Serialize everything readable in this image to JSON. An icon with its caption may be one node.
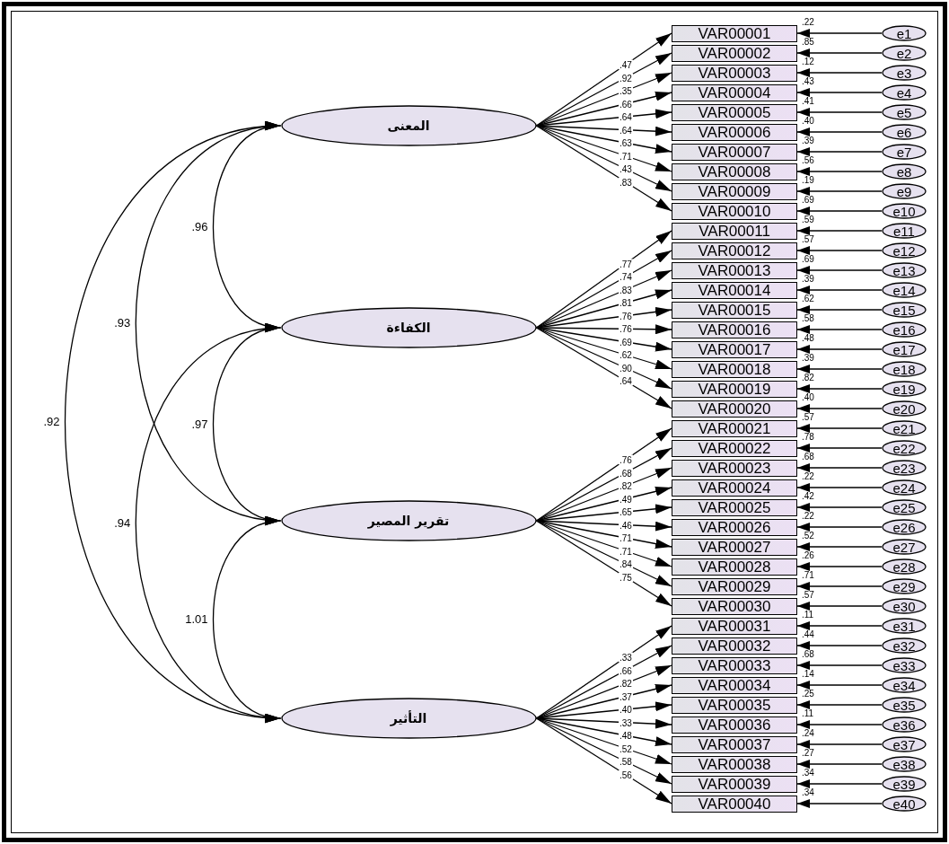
{
  "diagram": {
    "nodes": [
      {
        "text": [
          "المعنى"
        ]
      },
      {
        "text": [
          "الكفاءة"
        ]
      },
      {
        "text": [
          "تقرير المصير"
        ]
      },
      {
        "text": [
          "التأثير"
        ]
      },
      {
        "text": [
          "VAR00001"
        ],
        "beside": [
          ".22"
        ]
      },
      {
        "text": [
          "VAR00002"
        ],
        "beside": [
          ".85"
        ]
      },
      {
        "text": [
          "VAR00003"
        ],
        "beside": [
          ".12"
        ]
      },
      {
        "text": [
          "VAR00004"
        ],
        "beside": [
          ".43"
        ]
      },
      {
        "text": [
          "VAR00005"
        ],
        "beside": [
          ".41"
        ]
      },
      {
        "text": [
          "VAR00006"
        ],
        "beside": [
          ".40"
        ]
      },
      {
        "text": [
          "VAR00007"
        ],
        "beside": [
          ".39"
        ]
      },
      {
        "text": [
          "VAR00008"
        ],
        "beside": [
          ".56"
        ]
      },
      {
        "text": [
          "VAR00009"
        ],
        "beside": [
          ".19"
        ]
      },
      {
        "text": [
          "VAR00010"
        ],
        "beside": [
          ".69"
        ]
      },
      {
        "text": [
          "VAR00011"
        ],
        "beside": [
          ".59"
        ]
      },
      {
        "text": [
          "VAR00012"
        ],
        "beside": [
          ".57"
        ]
      },
      {
        "text": [
          "VAR00013"
        ],
        "beside": [
          ".69"
        ]
      },
      {
        "text": [
          "VAR00014"
        ],
        "beside": [
          ".39"
        ]
      },
      {
        "text": [
          "VAR00015"
        ],
        "beside": [
          ".62"
        ]
      },
      {
        "text": [
          "VAR00016"
        ],
        "beside": [
          ".58"
        ]
      },
      {
        "text": [
          "VAR00017"
        ],
        "beside": [
          ".48"
        ]
      },
      {
        "text": [
          "VAR00018"
        ],
        "beside": [
          ".39"
        ]
      },
      {
        "text": [
          "VAR00019"
        ],
        "beside": [
          ".82"
        ]
      },
      {
        "text": [
          "VAR00020"
        ],
        "beside": [
          ".40"
        ]
      },
      {
        "text": [
          "VAR00021"
        ],
        "beside": [
          ".57"
        ]
      },
      {
        "text": [
          "VAR00022"
        ],
        "beside": [
          ".78"
        ]
      },
      {
        "text": [
          "VAR00023"
        ],
        "beside": [
          ".68"
        ]
      },
      {
        "text": [
          "VAR00024"
        ],
        "beside": [
          ".22"
        ]
      },
      {
        "text": [
          "VAR00025"
        ],
        "beside": [
          ".42"
        ]
      },
      {
        "text": [
          "VAR00026"
        ],
        "beside": [
          ".22"
        ]
      },
      {
        "text": [
          "VAR00027"
        ],
        "beside": [
          ".52"
        ]
      },
      {
        "text": [
          "VAR00028"
        ],
        "beside": [
          ".26"
        ]
      },
      {
        "text": [
          "VAR00029"
        ],
        "beside": [
          ".71"
        ]
      },
      {
        "text": [
          "VAR00030"
        ],
        "beside": [
          ".57"
        ]
      },
      {
        "text": [
          "VAR00031"
        ],
        "beside": [
          ".11"
        ]
      },
      {
        "text": [
          "VAR00032"
        ],
        "beside": [
          ".44"
        ]
      },
      {
        "text": [
          "VAR00033"
        ],
        "beside": [
          ".68"
        ]
      },
      {
        "text": [
          "VAR00034"
        ],
        "beside": [
          ".14"
        ]
      },
      {
        "text": [
          "VAR00035"
        ],
        "beside": [
          ".25"
        ]
      },
      {
        "text": [
          "VAR00036"
        ],
        "beside": [
          ".11"
        ]
      },
      {
        "text": [
          "VAR00037"
        ],
        "beside": [
          ".24"
        ]
      },
      {
        "text": [
          "VAR00038"
        ],
        "beside": [
          ".27"
        ]
      },
      {
        "text": [
          "VAR00039"
        ],
        "beside": [
          ".34"
        ]
      },
      {
        "text": [
          "VAR00040"
        ],
        "beside": [
          ".34"
        ]
      },
      {
        "text": [
          "e1"
        ]
      },
      {
        "text": [
          "e2"
        ]
      },
      {
        "text": [
          "e3"
        ]
      },
      {
        "text": [
          "e4"
        ]
      },
      {
        "text": [
          "e5"
        ]
      },
      {
        "text": [
          "e6"
        ]
      },
      {
        "text": [
          "e7"
        ]
      },
      {
        "text": [
          "e8"
        ]
      },
      {
        "text": [
          "e9"
        ]
      },
      {
        "text": [
          "e10"
        ]
      },
      {
        "text": [
          "e11"
        ]
      },
      {
        "text": [
          "e12"
        ]
      },
      {
        "text": [
          "e13"
        ]
      },
      {
        "text": [
          "e14"
        ]
      },
      {
        "text": [
          "e15"
        ]
      },
      {
        "text": [
          "e16"
        ]
      },
      {
        "text": [
          "e17"
        ]
      },
      {
        "text": [
          "e18"
        ]
      },
      {
        "text": [
          "e19"
        ]
      },
      {
        "text": [
          "e20"
        ]
      },
      {
        "text": [
          "e21"
        ]
      },
      {
        "text": [
          "e22"
        ]
      },
      {
        "text": [
          "e23"
        ]
      },
      {
        "text": [
          "e24"
        ]
      },
      {
        "text": [
          "e25"
        ]
      },
      {
        "text": [
          "e26"
        ]
      },
      {
        "text": [
          "e27"
        ]
      },
      {
        "text": [
          "e28"
        ]
      },
      {
        "text": [
          "e29"
        ]
      },
      {
        "text": [
          "e30"
        ]
      },
      {
        "text": [
          "e31"
        ]
      },
      {
        "text": [
          "e32"
        ]
      },
      {
        "text": [
          "e33"
        ]
      },
      {
        "text": [
          "e34"
        ]
      },
      {
        "text": [
          "e35"
        ]
      },
      {
        "text": [
          "e36"
        ]
      },
      {
        "text": [
          "e37"
        ]
      },
      {
        "text": [
          "e38"
        ]
      },
      {
        "text": [
          "e39"
        ]
      },
      {
        "text": [
          "e40"
        ]
      }
    ],
    "edges": [
      {
        "from": 0,
        "to": 4,
        "arrow": "to",
        "label": ".47"
      },
      {
        "from": 0,
        "to": 5,
        "arrow": "to",
        "label": ".92"
      },
      {
        "from": 0,
        "to": 6,
        "arrow": "to",
        "label": ".35"
      },
      {
        "from": 0,
        "to": 7,
        "arrow": "to",
        "label": ".66"
      },
      {
        "from": 0,
        "to": 8,
        "arrow": "to",
        "label": ".64"
      },
      {
        "from": 0,
        "to": 9,
        "arrow": "to",
        "label": ".64"
      },
      {
        "from": 0,
        "to": 10,
        "arrow": "to",
        "label": ".63"
      },
      {
        "from": 0,
        "to": 11,
        "arrow": "to",
        "label": ".71"
      },
      {
        "from": 0,
        "to": 12,
        "arrow": "to",
        "label": ".43"
      },
      {
        "from": 0,
        "to": 13,
        "arrow": "to",
        "label": ".83"
      },
      {
        "from": 1,
        "to": 14,
        "arrow": "to",
        "label": ".77"
      },
      {
        "from": 1,
        "to": 15,
        "arrow": "to",
        "label": ".74"
      },
      {
        "from": 1,
        "to": 16,
        "arrow": "to",
        "label": ".83"
      },
      {
        "from": 1,
        "to": 17,
        "arrow": "to",
        "label": ".81"
      },
      {
        "from": 1,
        "to": 18,
        "arrow": "to",
        "label": ".76"
      },
      {
        "from": 1,
        "to": 19,
        "arrow": "to",
        "label": ".76"
      },
      {
        "from": 1,
        "to": 20,
        "arrow": "to",
        "label": ".69"
      },
      {
        "from": 1,
        "to": 21,
        "arrow": "to",
        "label": ".62"
      },
      {
        "from": 1,
        "to": 22,
        "arrow": "to",
        "label": ".90"
      },
      {
        "from": 1,
        "to": 23,
        "arrow": "to",
        "label": ".64"
      },
      {
        "from": 2,
        "to": 24,
        "arrow": "to",
        "label": ".76"
      },
      {
        "from": 2,
        "to": 25,
        "arrow": "to",
        "label": ".68"
      },
      {
        "from": 2,
        "to": 26,
        "arrow": "to",
        "label": ".82"
      },
      {
        "from": 2,
        "to": 27,
        "arrow": "to",
        "label": ".49"
      },
      {
        "from": 2,
        "to": 28,
        "arrow": "to",
        "label": ".65"
      },
      {
        "from": 2,
        "to": 29,
        "arrow": "to",
        "label": ".46"
      },
      {
        "from": 2,
        "to": 30,
        "arrow": "to",
        "label": ".71"
      },
      {
        "from": 2,
        "to": 31,
        "arrow": "to",
        "label": ".71"
      },
      {
        "from": 2,
        "to": 32,
        "arrow": "to",
        "label": ".84"
      },
      {
        "from": 2,
        "to": 33,
        "arrow": "to",
        "label": ".75"
      },
      {
        "from": 3,
        "to": 34,
        "arrow": "to",
        "label": ".33"
      },
      {
        "from": 3,
        "to": 35,
        "arrow": "to",
        "label": ".66"
      },
      {
        "from": 3,
        "to": 36,
        "arrow": "to",
        "label": ".82"
      },
      {
        "from": 3,
        "to": 37,
        "arrow": "to",
        "label": ".37"
      },
      {
        "from": 3,
        "to": 38,
        "arrow": "to",
        "label": ".40"
      },
      {
        "from": 3,
        "to": 39,
        "arrow": "to",
        "label": ".33"
      },
      {
        "from": 3,
        "to": 40,
        "arrow": "to",
        "label": ".48"
      },
      {
        "from": 3,
        "to": 41,
        "arrow": "to",
        "label": ".52"
      },
      {
        "from": 3,
        "to": 42,
        "arrow": "to",
        "label": ".58"
      },
      {
        "from": 3,
        "to": 43,
        "arrow": "to",
        "label": ".56"
      },
      {
        "from": 44,
        "to": 4,
        "arrow": "to"
      },
      {
        "from": 45,
        "to": 5,
        "arrow": "to"
      },
      {
        "from": 46,
        "to": 6,
        "arrow": "to"
      },
      {
        "from": 47,
        "to": 7,
        "arrow": "to"
      },
      {
        "from": 48,
        "to": 8,
        "arrow": "to"
      },
      {
        "from": 49,
        "to": 9,
        "arrow": "to"
      },
      {
        "from": 50,
        "to": 10,
        "arrow": "to"
      },
      {
        "from": 51,
        "to": 11,
        "arrow": "to"
      },
      {
        "from": 52,
        "to": 12,
        "arrow": "to"
      },
      {
        "from": 53,
        "to": 13,
        "arrow": "to"
      },
      {
        "from": 54,
        "to": 14,
        "arrow": "to"
      },
      {
        "from": 55,
        "to": 15,
        "arrow": "to"
      },
      {
        "from": 56,
        "to": 16,
        "arrow": "to"
      },
      {
        "from": 57,
        "to": 17,
        "arrow": "to"
      },
      {
        "from": 58,
        "to": 18,
        "arrow": "to"
      },
      {
        "from": 59,
        "to": 19,
        "arrow": "to"
      },
      {
        "from": 60,
        "to": 20,
        "arrow": "to"
      },
      {
        "from": 61,
        "to": 21,
        "arrow": "to"
      },
      {
        "from": 62,
        "to": 22,
        "arrow": "to"
      },
      {
        "from": 63,
        "to": 23,
        "arrow": "to"
      },
      {
        "from": 64,
        "to": 24,
        "arrow": "to"
      },
      {
        "from": 65,
        "to": 25,
        "arrow": "to"
      },
      {
        "from": 66,
        "to": 26,
        "arrow": "to"
      },
      {
        "from": 67,
        "to": 27,
        "arrow": "to"
      },
      {
        "from": 68,
        "to": 28,
        "arrow": "to"
      },
      {
        "from": 69,
        "to": 29,
        "arrow": "to"
      },
      {
        "from": 70,
        "to": 30,
        "arrow": "to"
      },
      {
        "from": 71,
        "to": 31,
        "arrow": "to"
      },
      {
        "from": 72,
        "to": 32,
        "arrow": "to"
      },
      {
        "from": 73,
        "to": 33,
        "arrow": "to"
      },
      {
        "from": 74,
        "to": 34,
        "arrow": "to"
      },
      {
        "from": 75,
        "to": 35,
        "arrow": "to"
      },
      {
        "from": 76,
        "to": 36,
        "arrow": "to"
      },
      {
        "from": 77,
        "to": 37,
        "arrow": "to"
      },
      {
        "from": 78,
        "to": 38,
        "arrow": "to"
      },
      {
        "from": 79,
        "to": 39,
        "arrow": "to"
      },
      {
        "from": 80,
        "to": 40,
        "arrow": "to"
      },
      {
        "from": 81,
        "to": 41,
        "arrow": "to"
      },
      {
        "from": 82,
        "to": 42,
        "arrow": "to"
      },
      {
        "from": 83,
        "to": 43,
        "arrow": "to"
      },
      {
        "from": 0,
        "to": 1,
        "arrow": "both",
        "label": ".96"
      },
      {
        "from": 0,
        "to": 2,
        "arrow": "both",
        "label": ".93"
      },
      {
        "from": 0,
        "to": 3,
        "arrow": "both",
        "label": ".92"
      },
      {
        "from": 1,
        "to": 2,
        "arrow": "both",
        "label": ".97"
      },
      {
        "from": 1,
        "to": 3,
        "arrow": "both",
        "label": ".94"
      },
      {
        "from": 2,
        "to": 3,
        "arrow": "both",
        "label": "1.01"
      }
    ]
  }
}
